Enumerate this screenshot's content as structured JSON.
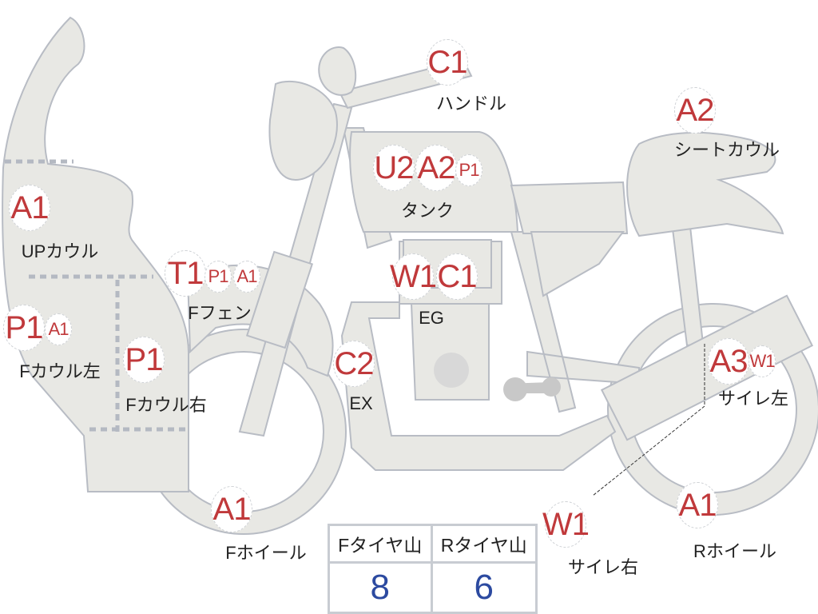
{
  "colors": {
    "fill": "#e8e8e4",
    "stroke": "#b8bcc4",
    "badge_text": "#c0393b",
    "value_text": "#2c4aa0"
  },
  "parts": {
    "handle": {
      "label": "ハンドル",
      "codes": [
        "C1"
      ]
    },
    "seat_cowl": {
      "label": "シートカウル",
      "codes": [
        "A2"
      ]
    },
    "tank": {
      "label": "タンク",
      "codes": [
        "U2",
        "A2",
        "P1"
      ]
    },
    "up_cowl": {
      "label": "UPカウル",
      "codes": [
        "A1"
      ]
    },
    "f_fender": {
      "label": "Fフェン",
      "codes": [
        "T1",
        "P1",
        "A1"
      ]
    },
    "engine": {
      "label": "EG",
      "codes": [
        "W1",
        "C1"
      ]
    },
    "f_cowl_left": {
      "label": "Fカウル左",
      "codes": [
        "P1",
        "A1"
      ]
    },
    "f_cowl_right": {
      "label": "Fカウル右",
      "codes": [
        "P1"
      ]
    },
    "exhaust": {
      "label": "EX",
      "codes": [
        "C2"
      ]
    },
    "silencer_left": {
      "label": "サイレ左",
      "codes": [
        "A3",
        "W1"
      ]
    },
    "f_wheel": {
      "label": "Fホイール",
      "codes": [
        "A1"
      ]
    },
    "silencer_right": {
      "label": "サイレ右",
      "codes": [
        "W1"
      ]
    },
    "r_wheel": {
      "label": "Rホイール",
      "codes": [
        "A1"
      ]
    }
  },
  "tire_table": {
    "headers": [
      "Fタイヤ山",
      "Rタイヤ山"
    ],
    "values": [
      "8",
      "6"
    ]
  }
}
